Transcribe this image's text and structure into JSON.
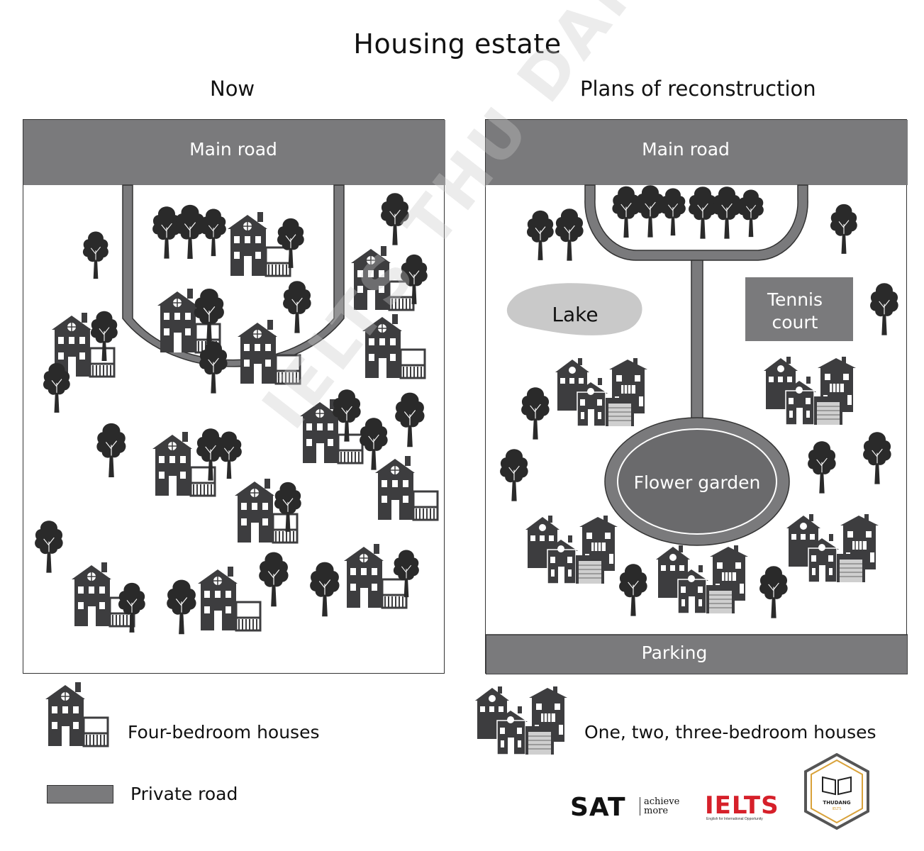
{
  "title": "Housing estate",
  "panels": {
    "now": {
      "heading": "Now",
      "main_road": "Main road"
    },
    "plan": {
      "heading": "Plans of reconstruction",
      "main_road": "Main road",
      "lake": "Lake",
      "tennis_line1": "Tennis",
      "tennis_line2": "court",
      "flower_garden": "Flower garden",
      "parking": "Parking"
    }
  },
  "legend": {
    "four_bedroom": "Four-bedroom houses",
    "small_houses": "One, two, three-bedroom houses",
    "private_road": "Private road"
  },
  "logos": {
    "sat": "SAT",
    "sat_tag_line1": "achieve",
    "sat_tag_line2": "more",
    "ielts": "IELTS",
    "ielts_tag": "English for International Opportunity",
    "thudang": "THUDANG",
    "thudang_sub": "IELTS"
  },
  "watermark": "IELTS THU DANG",
  "colors": {
    "road": "#7a7a7c",
    "house": "#3d3d3f",
    "tree": "#2a2a2a",
    "lake": "#c9c9c9",
    "garden": "#6a6a6c",
    "ielts_red": "#d6202a"
  }
}
